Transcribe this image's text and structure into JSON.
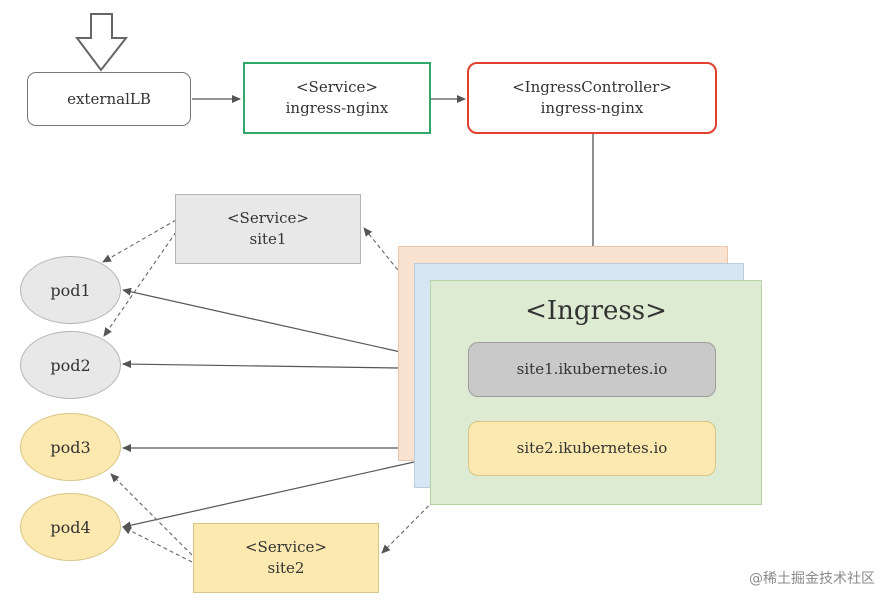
{
  "external_lb": {
    "label": "externalLB"
  },
  "service_ingress": {
    "type": "<Service>",
    "name": "ingress-nginx"
  },
  "ingress_controller": {
    "type": "<IngressController>",
    "name": "ingress-nginx"
  },
  "service_site1": {
    "type": "<Service>",
    "name": "site1"
  },
  "service_site2": {
    "type": "<Service>",
    "name": "site2"
  },
  "ingress": {
    "title": "<Ingress>",
    "rules": [
      "site1.ikubernetes.io",
      "site2.ikubernetes.io"
    ]
  },
  "pods": [
    "pod1",
    "pod2",
    "pod3",
    "pod4"
  ],
  "watermark": "@稀土掘金技术社区",
  "colors": {
    "service_ingress_border": "#2fa86b",
    "controller_border": "#e0402e",
    "gray_fill": "#e8e8e8",
    "yellow_fill": "#fbe9b0",
    "ingress_front": "#dcebd2",
    "ingress_mid": "#d6e6f3",
    "ingress_back": "#f9e2cf"
  }
}
